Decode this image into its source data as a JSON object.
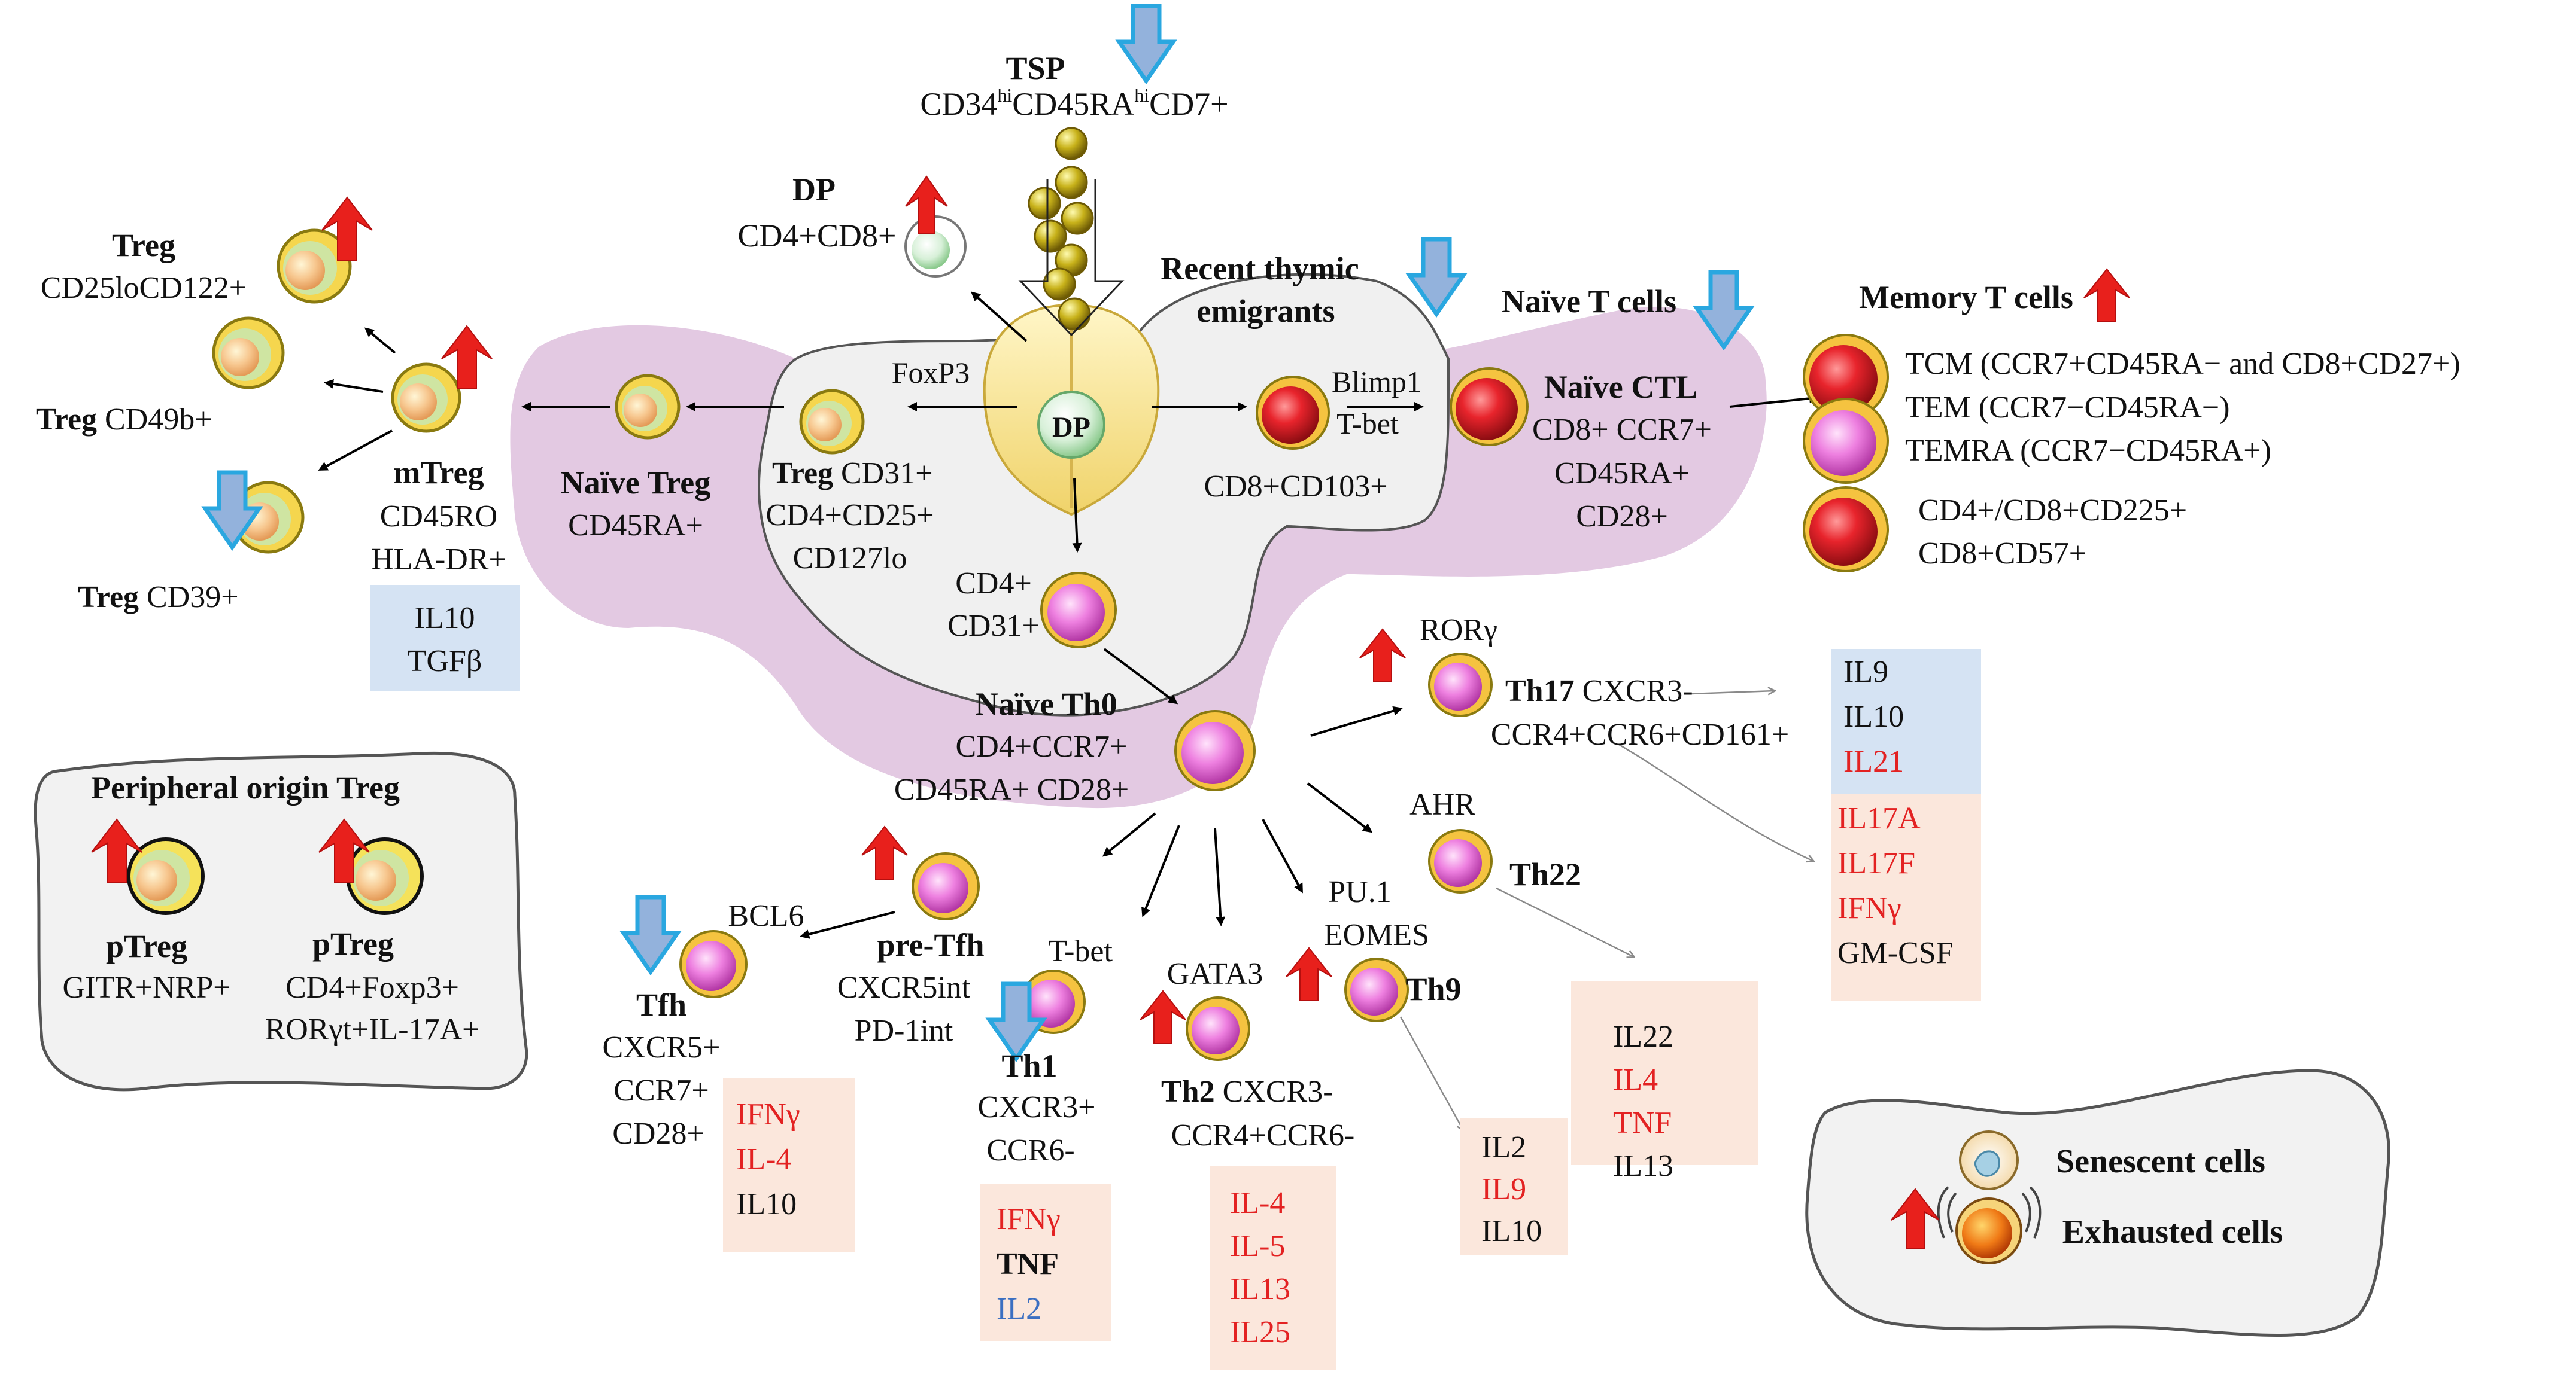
{
  "tsp": {
    "title": "TSP",
    "marker": "CD34hiCD45RAhiCD7+",
    "parts": [
      "CD34",
      "hi",
      "CD45RA",
      "hi",
      "CD7+"
    ]
  },
  "dp_top": {
    "title": "DP",
    "marker": "CD4+CD8+"
  },
  "thymus": {
    "dp_label": "DP",
    "foxp3": "FoxP3"
  },
  "recent_emigrants": {
    "line1": "Recent thymic",
    "line2": "emigrants"
  },
  "naive_t_cells": "Naïve T cells",
  "memory": {
    "title": "Memory T cells",
    "tcm": "TCM (CCR7+CD45RA− and CD8+CD27+)",
    "tem": "TEM (CCR7−CD45RA−)",
    "temra": "TEMRA (CCR7−CD45RA+)",
    "line4": "CD4+/CD8+CD225+",
    "line5": "CD8+CD57+"
  },
  "cd8_cd103": "CD8+CD103+",
  "blimp_tbet": {
    "blimp": "Blimp1",
    "tbet": "T-bet"
  },
  "naive_ctl": {
    "title": "Naïve CTL",
    "l1": "CD8+ CCR7+",
    "l2": "CD45RA+",
    "l3": "CD28+"
  },
  "treg_thymic": {
    "title": "Treg",
    "l1": " CD31+",
    "l2": "CD4+CD25+",
    "l3": "CD127lo"
  },
  "naive_treg": {
    "title": "Naïve Treg",
    "l1": "CD45RA+"
  },
  "mtreg": {
    "title": "mTreg",
    "l1": "CD45RO",
    "l2": "HLA-DR+"
  },
  "mtreg_cytokines": [
    "IL10",
    "TGFβ"
  ],
  "treg_cd25lo": {
    "title": "Treg",
    "l1": "CD25loCD122+"
  },
  "treg_cd49b": {
    "title": "Treg",
    "l1": " CD49b+"
  },
  "treg_cd39": {
    "title": "Treg",
    "l1": " CD39+"
  },
  "cd4_cd31": {
    "l1": "CD4+",
    "l2": "CD31+"
  },
  "naive_th0": {
    "title": "Naïve Th0",
    "l1": "CD4+CCR7+",
    "l2": "CD45RA+ CD28+"
  },
  "peripheral": {
    "title": "Peripheral origin Treg",
    "p1_title": "pTreg",
    "p1_l1": "GITR+NRP+",
    "p2_title": "pTreg",
    "p2_l1": "CD4+Foxp3+",
    "p2_l2": "RORγt+IL-17A+"
  },
  "pre_tfh": {
    "title": "pre-Tfh",
    "l1": "CXCR5int",
    "l2": "PD-1int"
  },
  "tfh": {
    "tf": "BCL6",
    "title": "Tfh",
    "l1": "CXCR5+",
    "l2": "CCR7+",
    "l3": "CD28+"
  },
  "tfh_cytokines": [
    {
      "t": "IFNγ",
      "c": "red"
    },
    {
      "t": "IL-4",
      "c": "red"
    },
    {
      "t": "IL10",
      "c": "black"
    }
  ],
  "th1": {
    "tf": "T-bet",
    "title": "Th1",
    "l1": "CXCR3+",
    "l2": "CCR6-"
  },
  "th1_cytokines": [
    {
      "t": "IFNγ",
      "c": "red"
    },
    {
      "t": "TNF",
      "c": "black"
    },
    {
      "t": "IL2",
      "c": "blue"
    }
  ],
  "th2": {
    "tf": "GATA3",
    "title": "Th2",
    "l1": " CXCR3-",
    "l2": "CCR4+CCR6-"
  },
  "th2_cytokines": [
    {
      "t": "IL-4",
      "c": "red"
    },
    {
      "t": "IL-5",
      "c": "red"
    },
    {
      "t": "IL13",
      "c": "red"
    },
    {
      "t": "IL25",
      "c": "red"
    }
  ],
  "th9": {
    "tf1": "PU.1",
    "tf2": "EOMES",
    "title": "Th9"
  },
  "th9_cytokines": [
    {
      "t": "IL2",
      "c": "black"
    },
    {
      "t": "IL9",
      "c": "red"
    },
    {
      "t": "IL10",
      "c": "black"
    }
  ],
  "th22": {
    "tf": "AHR",
    "title": "Th22"
  },
  "th22_cytokines": [
    {
      "t": "IL22",
      "c": "black"
    },
    {
      "t": "IL4",
      "c": "red"
    },
    {
      "t": "TNF",
      "c": "red"
    },
    {
      "t": "IL13",
      "c": "black"
    }
  ],
  "th17": {
    "tf": "RORγ",
    "title": "Th17",
    "l1": " CXCR3-",
    "l2": "CCR4+CCR6+CD161+"
  },
  "th17_cytokines_blue": [
    {
      "t": "IL9",
      "c": "black"
    },
    {
      "t": "IL10",
      "c": "black"
    },
    {
      "t": "IL21",
      "c": "red"
    }
  ],
  "th17_cytokines_peach": [
    {
      "t": "IL17A",
      "c": "red"
    },
    {
      "t": "IL17F",
      "c": "red"
    },
    {
      "t": "IFNγ",
      "c": "red"
    },
    {
      "t": "GM-CSF",
      "c": "black"
    }
  ],
  "legend": {
    "senescent": "Senescent cells",
    "exhausted": "Exhausted cells"
  },
  "colors": {
    "up_arrow": "#e8201c",
    "down_arrow": "#93b2dc",
    "down_arrow_stroke": "#2aa7e0",
    "pink_region": "#e3c9e2",
    "grey_region": "#f0f0f0",
    "treg_cell": "#f6e38f",
    "cd8_cell": "#e0242a",
    "cd4_cell": "#e878d8",
    "blue_box": "#d5e3f3",
    "peach_box": "#fbe7dc",
    "red_text": "#e32222",
    "blue_text": "#3b6fc1"
  }
}
